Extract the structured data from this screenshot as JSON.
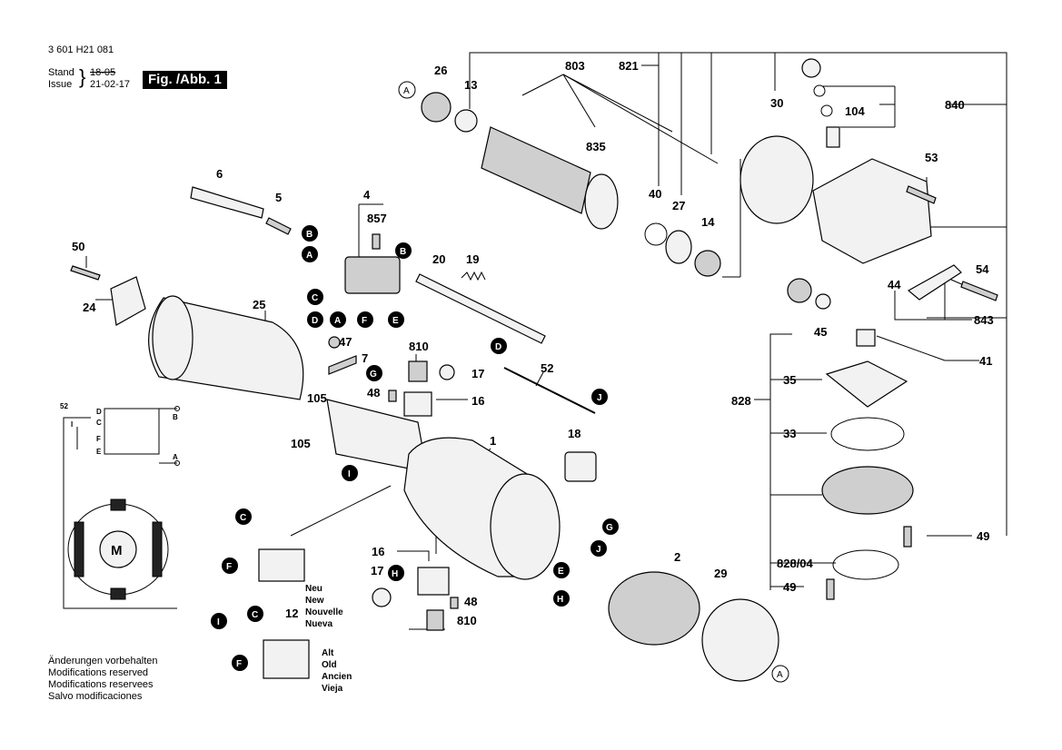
{
  "header": {
    "doc_number": "3 601 H21 081",
    "stand_label": "Stand",
    "issue_label": "Issue",
    "old_date": "18-05",
    "new_date": "21-02-17",
    "figure_label": "Fig. /Abb. 1"
  },
  "notes": [
    "Änderungen vorbehalten",
    "Modifications reserved",
    "Modifications reservees",
    "Salvo modificaciones"
  ],
  "variants": {
    "new": [
      "Neu",
      "New",
      "Nouvelle",
      "Nueva"
    ],
    "old": [
      "Alt",
      "Old",
      "Ancien",
      "Vieja"
    ]
  },
  "schematic": {
    "top_number": "52",
    "motor_label": "M",
    "terminals": [
      "D",
      "C",
      "F",
      "E",
      "I",
      "B",
      "A"
    ]
  },
  "part_numbers": {
    "p1": "1",
    "p2": "2",
    "p4": "4",
    "p5": "5",
    "p6": "6",
    "p7": "7",
    "p12": "12",
    "p13": "13",
    "p14": "14",
    "p16a": "16",
    "p16b": "16",
    "p17a": "17",
    "p17b": "17",
    "p18": "18",
    "p19": "19",
    "p20": "20",
    "p24": "24",
    "p25": "25",
    "p26": "26",
    "p27": "27",
    "p29": "29",
    "p30": "30",
    "p33": "33",
    "p35": "35",
    "p40": "40",
    "p41": "41",
    "p44": "44",
    "p45": "45",
    "p47": "47",
    "p48a": "48",
    "p48b": "48",
    "p49a": "49",
    "p49b": "49",
    "p50": "50",
    "p52": "52",
    "p53": "53",
    "p54": "54",
    "p104": "104",
    "p105a": "105",
    "p105b": "105",
    "p803": "803",
    "p810a": "810",
    "p810b": "810",
    "p821": "821",
    "p828": "828",
    "p82804": "828/04",
    "p835": "835",
    "p840": "840",
    "p843": "843",
    "p857": "857"
  },
  "connector_letters": {
    "A1": "A",
    "A2": "A",
    "A3": "A",
    "A4": "A",
    "B1": "B",
    "B2": "B",
    "C1": "C",
    "C2": "C",
    "C3": "C",
    "D1": "D",
    "D2": "D",
    "E1": "E",
    "E2": "E",
    "F1": "F",
    "F2": "F",
    "F3": "F",
    "G1": "G",
    "G2": "G",
    "H1": "H",
    "H2": "H",
    "I1": "I",
    "I2": "I",
    "J1": "J",
    "J2": "J"
  }
}
